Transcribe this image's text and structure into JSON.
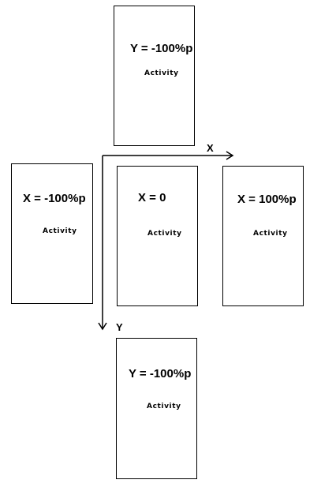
{
  "panels": {
    "top": {
      "position_label": "Y = -100%p",
      "caption": "Activity"
    },
    "left": {
      "position_label": "X = -100%p",
      "caption": "Activity"
    },
    "center": {
      "position_label": "X = 0",
      "caption": "Activity"
    },
    "right": {
      "position_label": "X = 100%p",
      "caption": "Activity"
    },
    "bottom": {
      "position_label": "Y = -100%p",
      "caption": "Activity"
    }
  },
  "axes": {
    "x_label": "X",
    "y_label": "Y"
  }
}
